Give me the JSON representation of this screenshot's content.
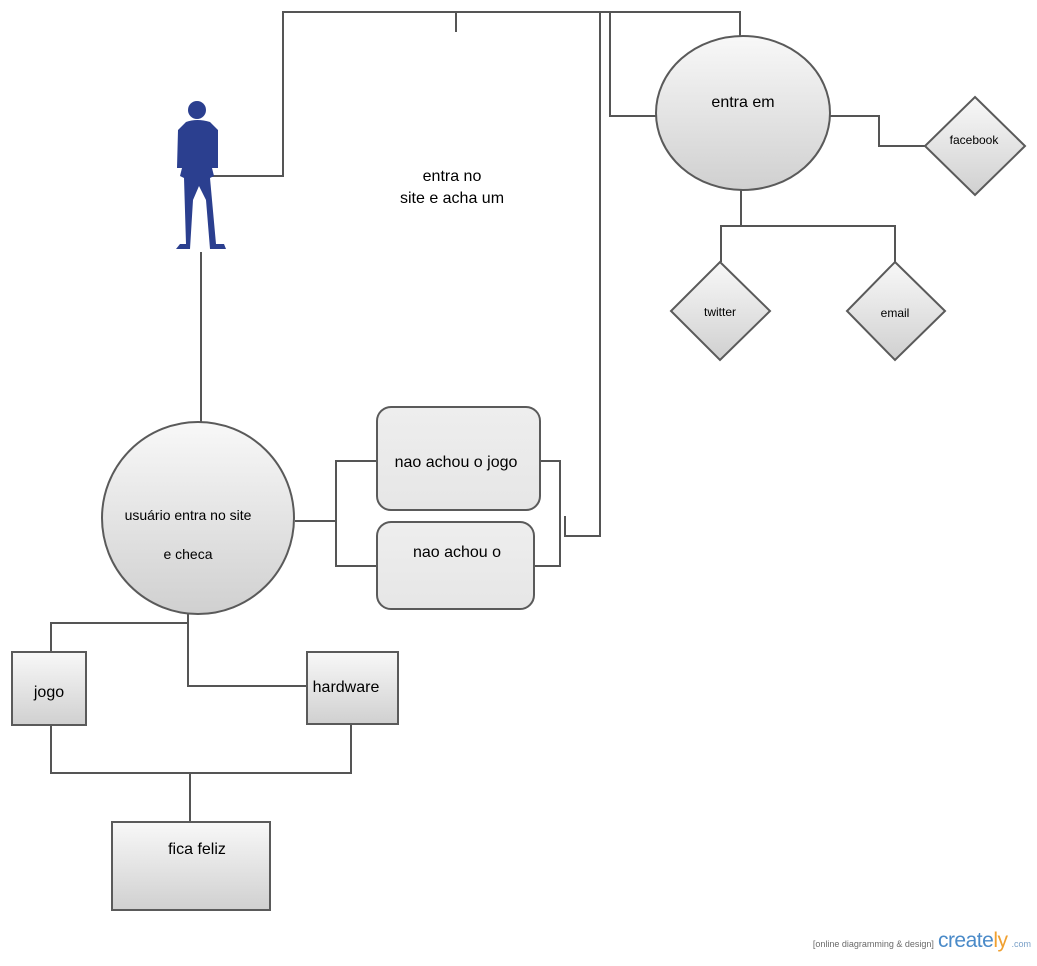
{
  "nodes": {
    "actor_icon": "person-silhouette",
    "main_circle_line1": "usuário entra no site",
    "main_circle_line2": "e checa",
    "note_line1": "entra no",
    "note_line2": "site e acha um",
    "entra_em": "entra em",
    "facebook": "facebook",
    "twitter": "twitter",
    "email": "email",
    "nao_achou_jogo": "nao achou o jogo",
    "nao_achou_o": "nao achou o",
    "jogo": "jogo",
    "hardware": "hardware",
    "fica_feliz": "fica feliz"
  },
  "footer": {
    "tagline": "[online diagramming & design]",
    "brand_main": "create",
    "brand_accent": "ly",
    "brand_suffix": ".com"
  },
  "colors": {
    "actor": "#2b3f8f",
    "shape_fill_top": "#f7f7f7",
    "shape_fill_bottom": "#d2d2d2",
    "stroke": "#5a5a5a",
    "brand": "#4a8ac8"
  }
}
